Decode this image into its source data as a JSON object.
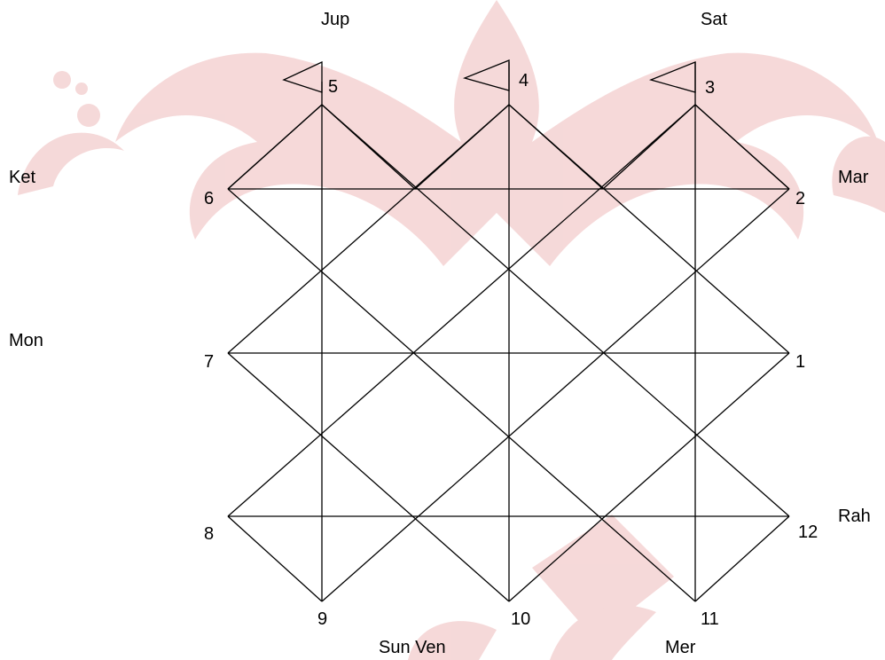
{
  "chart": {
    "houses": [
      {
        "number": "1"
      },
      {
        "number": "2"
      },
      {
        "number": "3"
      },
      {
        "number": "4"
      },
      {
        "number": "5"
      },
      {
        "number": "6"
      },
      {
        "number": "7"
      },
      {
        "number": "8"
      },
      {
        "number": "9"
      },
      {
        "number": "10"
      },
      {
        "number": "11"
      },
      {
        "number": "12"
      }
    ],
    "planets": {
      "jup": "Jup",
      "sat": "Sat",
      "ket": "Ket",
      "mar": "Mar",
      "mon": "Mon",
      "rah": "Rah",
      "sun_ven": "Sun Ven",
      "mer": "Mer"
    },
    "colors": {
      "line": "#000000",
      "watermark": "#f5d5d5"
    }
  }
}
